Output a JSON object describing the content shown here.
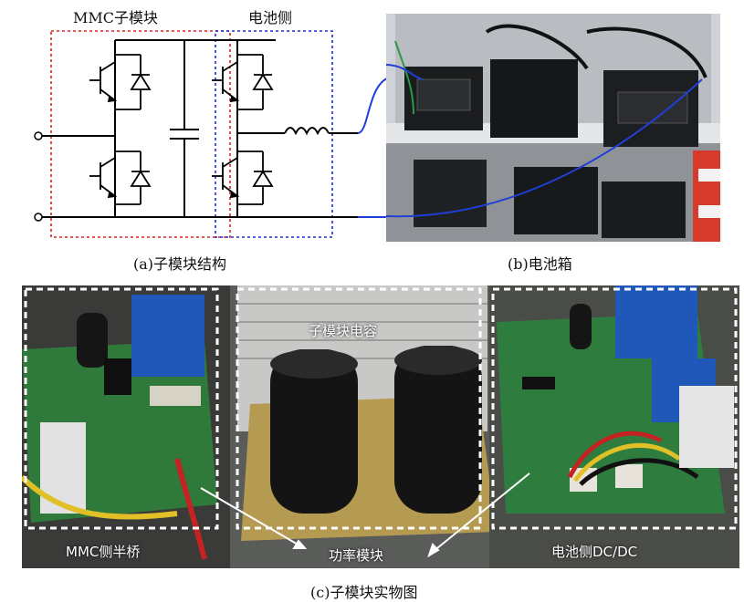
{
  "panel_a": {
    "title_mmc": "MMC子模块",
    "title_battery": "电池侧",
    "caption": "(a)子模块结构"
  },
  "panel_b": {
    "caption": "(b)电池箱"
  },
  "panel_c": {
    "label_capacitor": "子模块电容",
    "label_half_bridge": "MMC侧半桥",
    "label_power_module": "功率模块",
    "label_dcdc": "电池侧DC/DC",
    "caption": "(c)子模块实物图"
  },
  "colors": {
    "mmc_box": "#e02020",
    "battery_box": "#1a2fd6",
    "wire_blue": "#1e3fd8",
    "pcb_green": "#2f7a3a",
    "capacitor_black": "#141414"
  }
}
